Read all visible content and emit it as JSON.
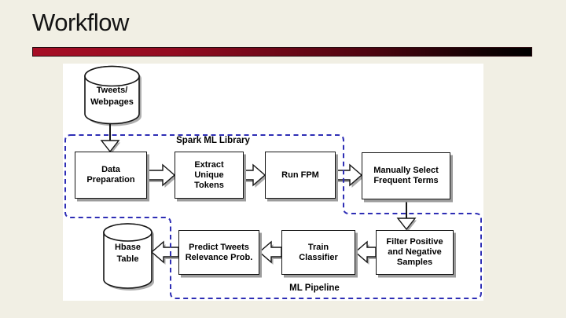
{
  "slide": {
    "title": "Workflow"
  },
  "diagram": {
    "group_labels": {
      "spark": "Spark ML Library",
      "pipeline": "ML Pipeline"
    },
    "datastores": {
      "source": "Tweets/\nWebpages",
      "sink": "Hbase\nTable"
    },
    "nodes": {
      "data_prep": "Data\nPreparation",
      "extract": "Extract\nUnique\nTokens",
      "run_fpm": "Run FPM",
      "manual_select": "Manually Select\nFrequent Terms",
      "predict": "Predict Tweets\nRelevance Prob.",
      "train": "Train\nClassifier",
      "filter": "Filter Positive\nand Negative\nSamples"
    }
  },
  "colors": {
    "accent_bar_left": "#a60e25",
    "accent_bar_right": "#000000",
    "dashed_border": "#2e2eb5",
    "shadow": "#9c9c9c",
    "background": "#f1efe4",
    "panel": "#ffffff"
  }
}
